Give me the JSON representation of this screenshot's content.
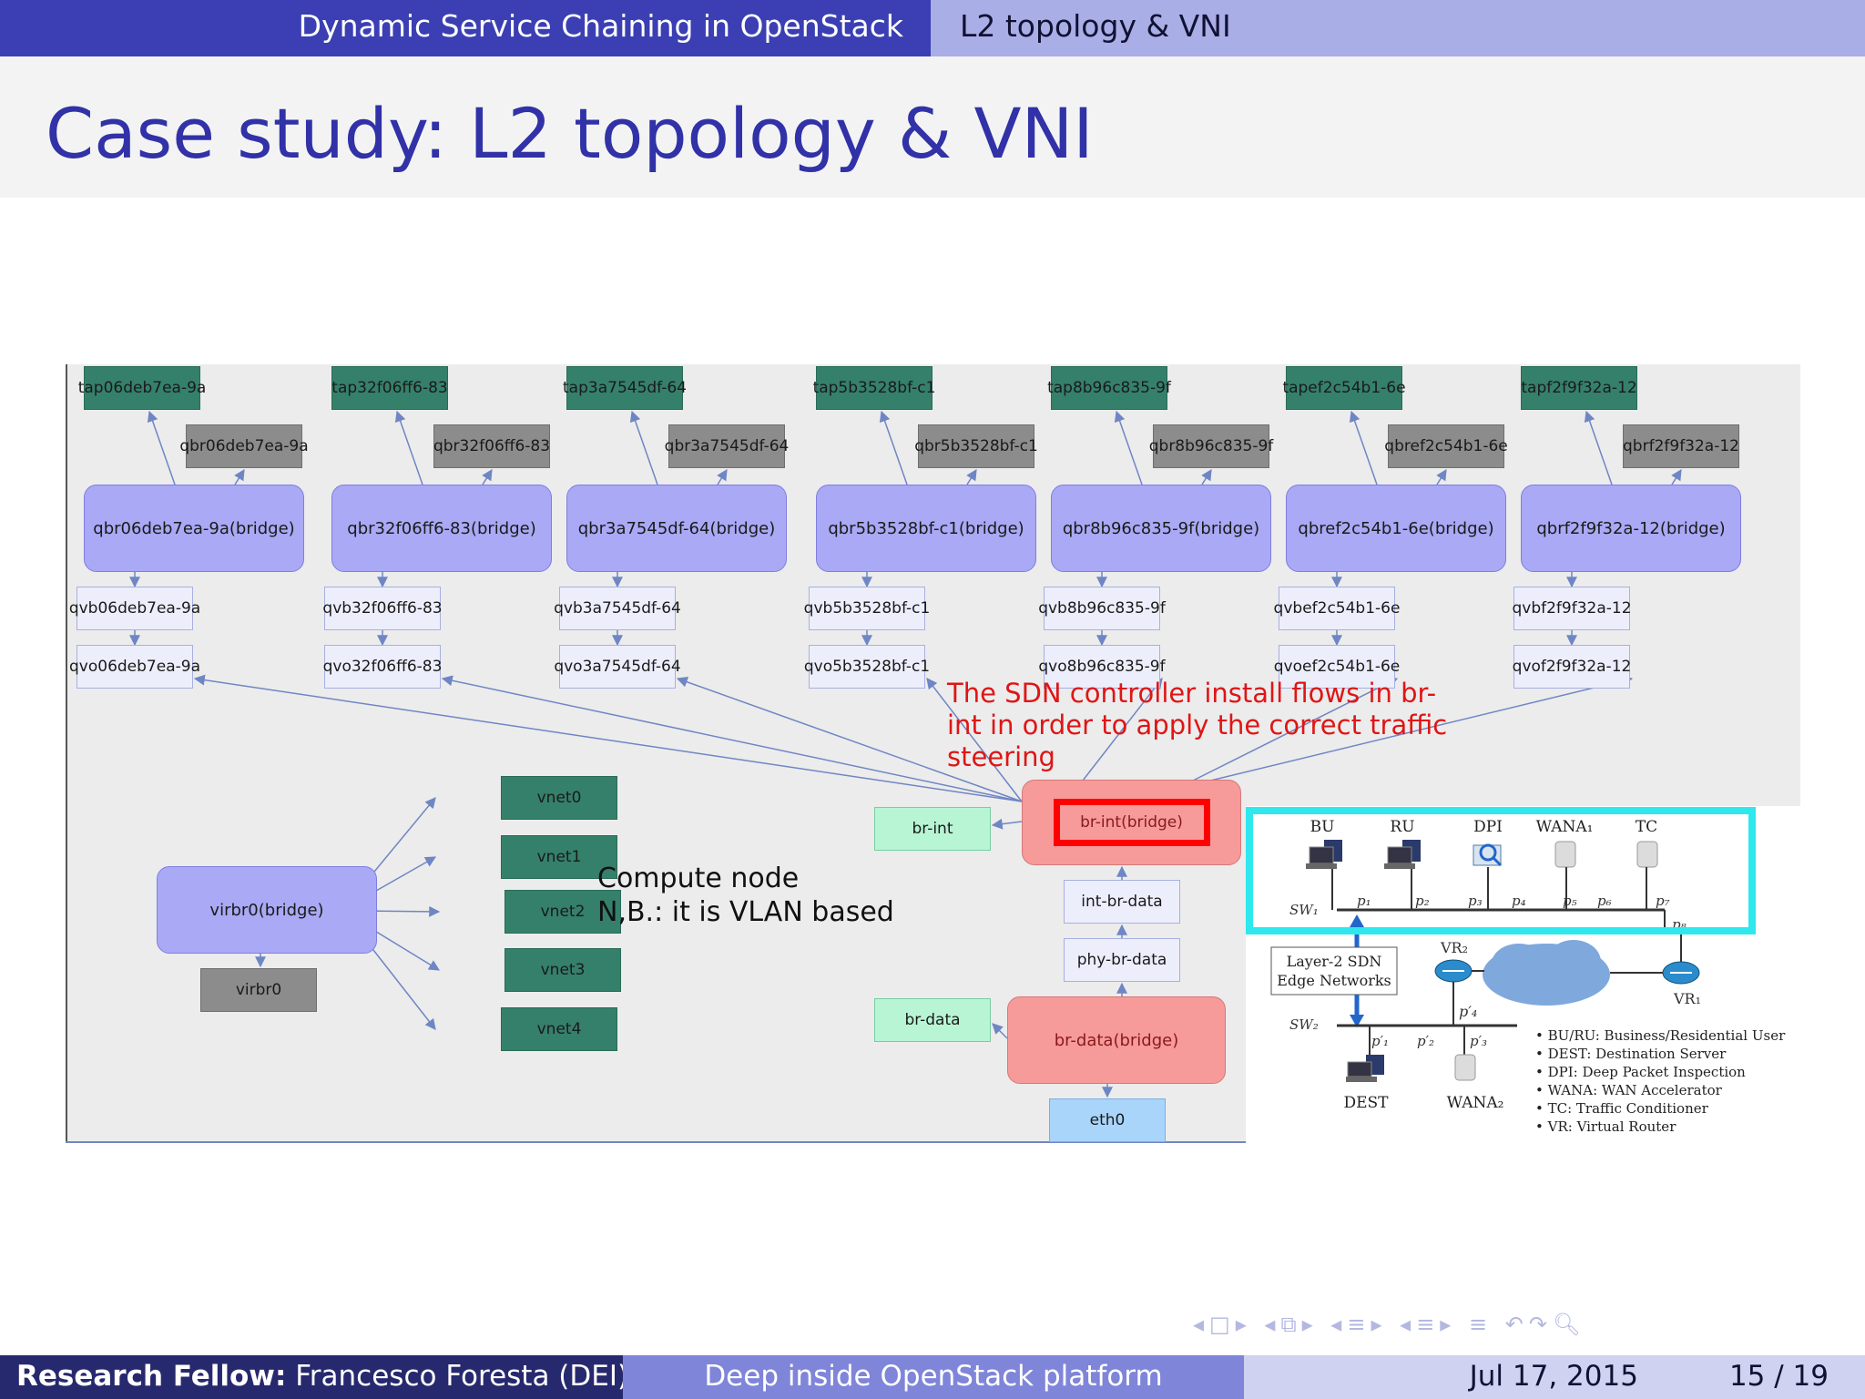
{
  "header": {
    "section": "Dynamic Service Chaining in OpenStack",
    "subsection": "L2 topology & VNI"
  },
  "slide": {
    "title": "Case study: L2 topology & VNI"
  },
  "diagram": {
    "columns": [
      {
        "tap": "tap06deb7ea-9a",
        "qbr": "qbr06deb7ea-9a",
        "bridge": "qbr06deb7ea-9a(bridge)",
        "qvb": "qvb06deb7ea-9a",
        "qvo": "qvo06deb7ea-9a"
      },
      {
        "tap": "tap32f06ff6-83",
        "qbr": "qbr32f06ff6-83",
        "bridge": "qbr32f06ff6-83(bridge)",
        "qvb": "qvb32f06ff6-83",
        "qvo": "qvo32f06ff6-83"
      },
      {
        "tap": "tap3a7545df-64",
        "qbr": "qbr3a7545df-64",
        "bridge": "qbr3a7545df-64(bridge)",
        "qvb": "qvb3a7545df-64",
        "qvo": "qvo3a7545df-64"
      },
      {
        "tap": "tap5b3528bf-c1",
        "qbr": "qbr5b3528bf-c1",
        "bridge": "qbr5b3528bf-c1(bridge)",
        "qvb": "qvb5b3528bf-c1",
        "qvo": "qvo5b3528bf-c1"
      },
      {
        "tap": "tap8b96c835-9f",
        "qbr": "qbr8b96c835-9f",
        "bridge": "qbr8b96c835-9f(bridge)",
        "qvb": "qvb8b96c835-9f",
        "qvo": "qvo8b96c835-9f"
      },
      {
        "tap": "tapef2c54b1-6e",
        "qbr": "qbref2c54b1-6e",
        "bridge": "qbref2c54b1-6e(bridge)",
        "qvb": "qvbef2c54b1-6e",
        "qvo": "qvoef2c54b1-6e"
      },
      {
        "tap": "tapf2f9f32a-12",
        "qbr": "qbrf2f9f32a-12",
        "bridge": "qbrf2f9f32a-12(bridge)",
        "qvb": "qvbf2f9f32a-12",
        "qvo": "qvof2f9f32a-12"
      }
    ],
    "virbr0_bridge": "virbr0(bridge)",
    "virbr0": "virbr0",
    "vnets": [
      "vnet0",
      "vnet1",
      "vnet2",
      "vnet3",
      "vnet4"
    ],
    "br_int_port": "br-int",
    "br_int_bridge": "br-int(bridge)",
    "int_br_data": "int-br-data",
    "phy_br_data": "phy-br-data",
    "br_data_port": "br-data",
    "br_data_bridge": "br-data(bridge)",
    "eth0": "eth0",
    "red_note": "The SDN controller install flows in br-int in order to apply the correct traffic steering",
    "compute_note_1": "Compute node",
    "compute_note_2": "N,B.: it is VLAN based"
  },
  "topology": {
    "top_nodes": [
      "BU",
      "RU",
      "DPI",
      "WANA₁",
      "TC"
    ],
    "ports_top": [
      "p₁",
      "p₂",
      "p₃",
      "p₄",
      "p₅",
      "p₆",
      "p₇"
    ],
    "p8": "p₈",
    "sw1": "SW₁",
    "sw2": "SW₂",
    "vr2": "VR₂",
    "vr1": "VR₁",
    "edge_label_1": "Layer-2 SDN",
    "edge_label_2": "Edge Networks",
    "p4prime": "p′₄",
    "ports_bottom": [
      "p′₁",
      "p′₂",
      "p′₃"
    ],
    "bottom_nodes": [
      "DEST",
      "WANA₂"
    ],
    "legend": [
      "• BU/RU: Business/Residential User",
      "• DEST: Destination Server",
      "• DPI: Deep Packet Inspection",
      "• WANA: WAN Accelerator",
      "• TC: Traffic Conditioner",
      "• VR: Virtual Router"
    ]
  },
  "footer": {
    "author_label": "Research Fellow:",
    "author": "Francesco Foresta  (DEI)",
    "talk": "Deep inside OpenStack platform",
    "date": "Jul 17, 2015",
    "page": "15 / 19"
  },
  "colors": {
    "header_dark": "#3b3fb3",
    "header_light": "#a9aee6",
    "title": "#3131a8",
    "note_red": "#e01515",
    "highlight_cyan": "#2ee8ee"
  }
}
